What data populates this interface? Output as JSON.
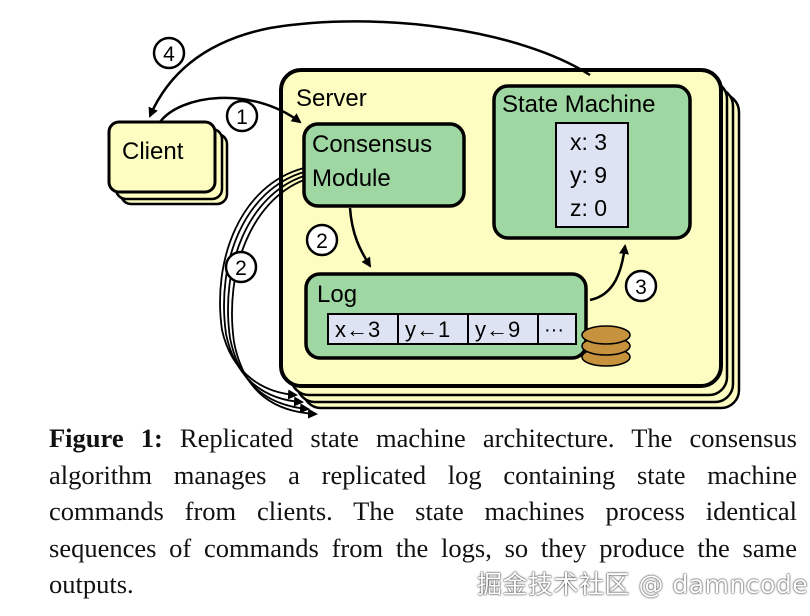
{
  "diagram": {
    "server_label": "Server",
    "client_label": "Client",
    "consensus_label_line1": "Consensus",
    "consensus_label_line2": "Module",
    "state_machine_label": "State Machine",
    "state_values": [
      "x: 3",
      "y: 9",
      "z: 0"
    ],
    "log_label": "Log",
    "log_entries": [
      "x←3",
      "y←1",
      "y←9",
      "···"
    ],
    "step_labels": [
      "1",
      "2",
      "2",
      "3",
      "4"
    ]
  },
  "caption": {
    "figure_label": "Figure 1:",
    "text": " Replicated state machine architecture. The consensus algorithm manages a replicated log containing state machine commands from clients. The state machines process identical sequences of commands from the logs, so they produce the same outputs."
  },
  "watermark": "掘金技术社区 @ damncode",
  "colors": {
    "yellow_fill": "#fdfdc1",
    "green_fill": "#9fd7a2",
    "inner_fill": "#dde3f2",
    "disk_fill": "#c7923e"
  }
}
